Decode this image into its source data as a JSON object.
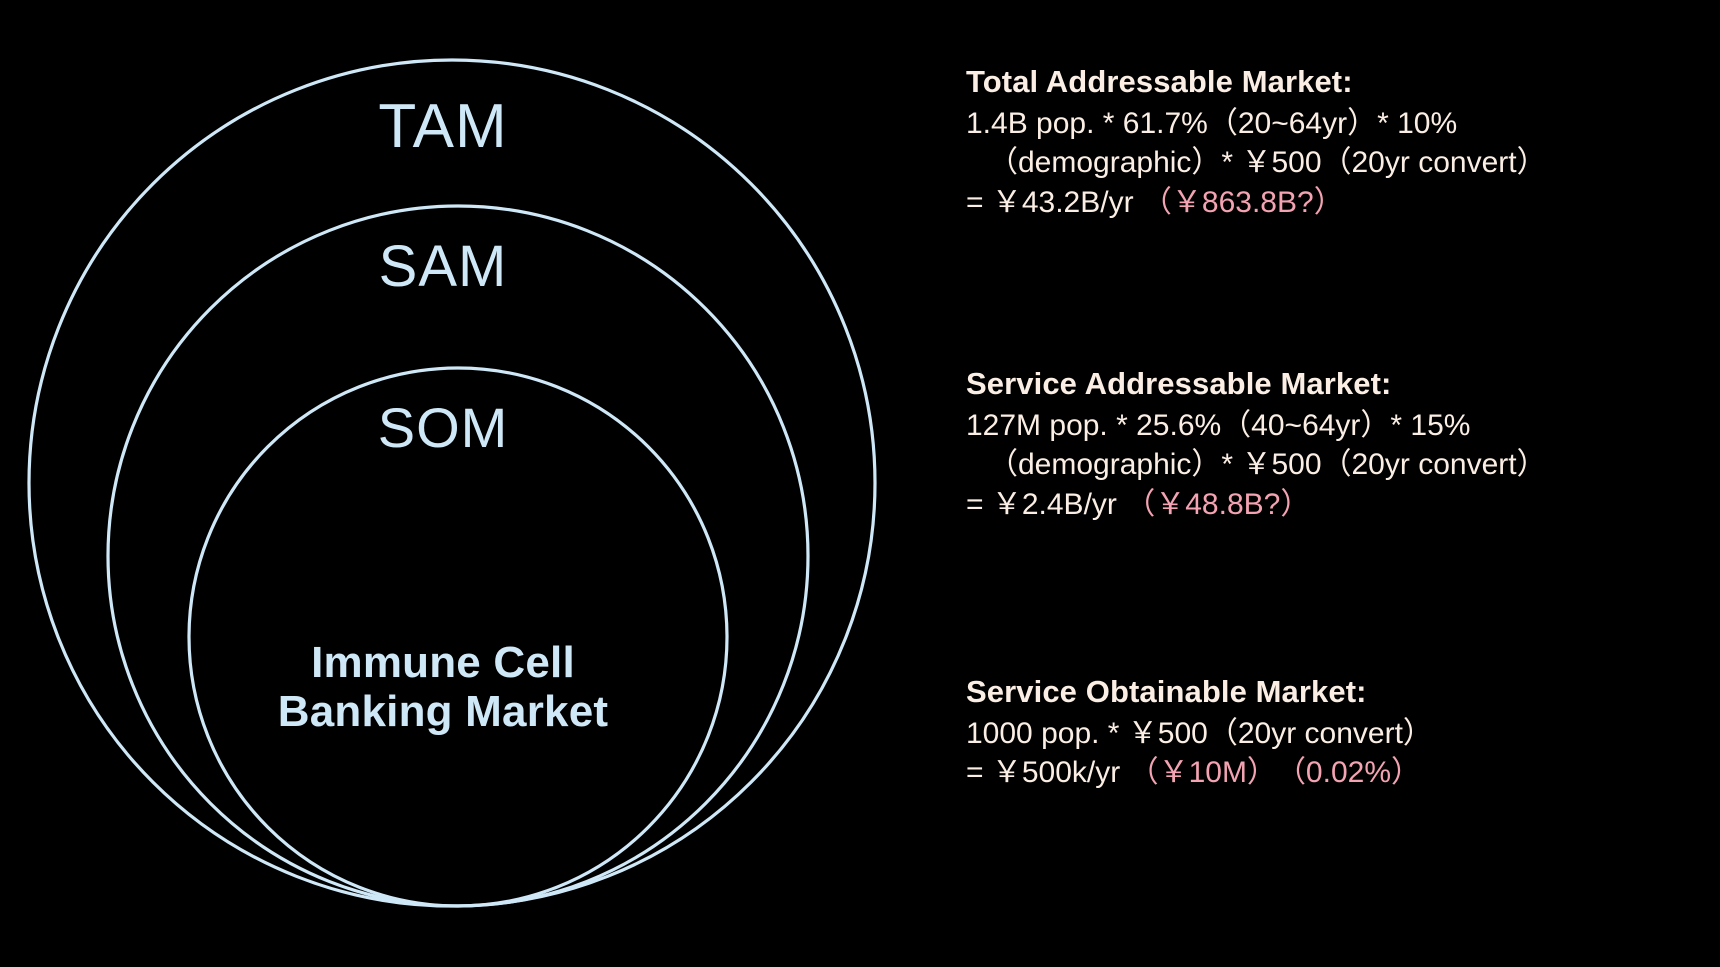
{
  "theme": {
    "background": "#000000",
    "circle_stroke": "#cfe8f7",
    "circle_label": "#cfe8f7",
    "text": "#fbeee4",
    "accent": "#f3a3b2"
  },
  "diagram": {
    "title_core_line1": "Immune Cell",
    "title_core_line2": "Banking Market",
    "rings": [
      {
        "label": "TAM"
      },
      {
        "label": "SAM"
      },
      {
        "label": "SOM"
      }
    ]
  },
  "panel": {
    "blocks": [
      {
        "title": "Total Addressable Market:",
        "line1": "1.4B pop. * 61.7%（20~64yr）* 10%",
        "line2": "（demographic）* ￥500（20yr convert）",
        "result_prefix": "= ￥43.2B/yr ",
        "result_accent": "（￥863.8B?）",
        "result_accent2": ""
      },
      {
        "title": "Service Addressable Market:",
        "line1": "127M pop. * 25.6%（40~64yr）* 15%",
        "line2": "（demographic）* ￥500（20yr convert）",
        "result_prefix": "= ￥2.4B/yr ",
        "result_accent": "（￥48.8B?）",
        "result_accent2": ""
      },
      {
        "title": "Service Obtainable Market:",
        "line1": "1000 pop. * ￥500（20yr convert）",
        "line2": "",
        "result_prefix": "= ￥500k/yr ",
        "result_accent": "（￥10M）",
        "result_accent2": "（0.02%）"
      }
    ]
  },
  "chart_data": {
    "type": "diagram",
    "title": "TAM / SAM / SOM nested circles",
    "categories": [
      "TAM",
      "SAM",
      "SOM"
    ],
    "values": [
      43.2,
      2.4,
      0.0005
    ],
    "value_unit": "billion JPY per year",
    "annotations": [
      "TAM = 1.4B pop. * 61.7% (20~64yr) * 10% (demographic) * ￥500 (20yr convert) = ￥43.2B/yr (￥863.8B?)",
      "SAM = 127M pop. * 25.6% (40~64yr) * 15% (demographic) * ￥500 (20yr convert) = ￥2.4B/yr (￥48.8B?)",
      "SOM = 1000 pop. * ￥500 (20yr convert) = ￥500k/yr (￥10M) (0.02%)"
    ],
    "core_label": "Immune Cell Banking Market"
  }
}
